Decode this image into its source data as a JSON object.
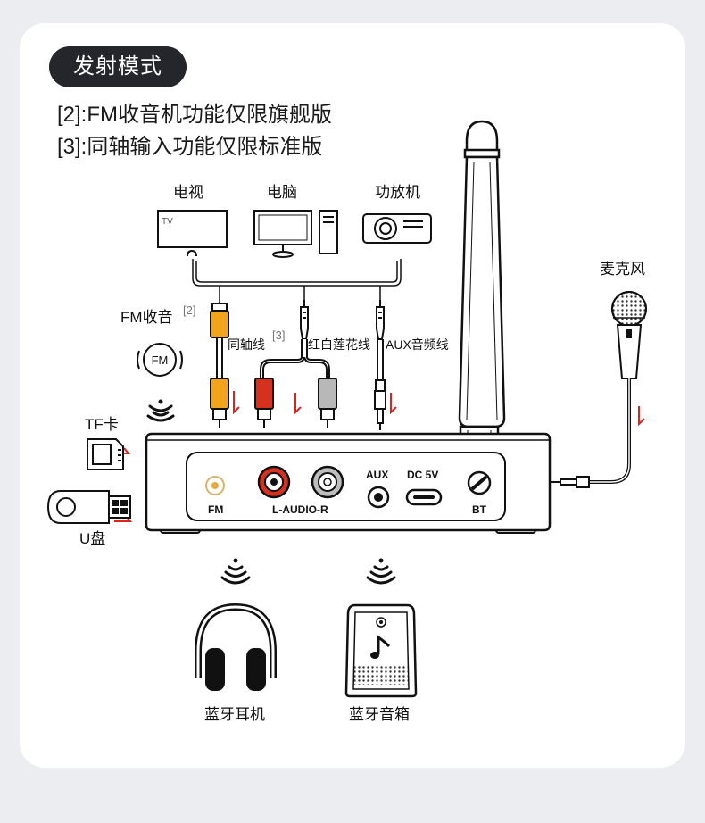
{
  "mode_title": "发射模式",
  "notes": [
    "[2]:FM收音机功能仅限旗舰版",
    "[3]:同轴输入功能仅限标准版"
  ],
  "sources": {
    "tv": "电视",
    "tv_screen_text": "TV",
    "computer": "电脑",
    "amplifier": "功放机"
  },
  "microphone": "麦克风",
  "fm_radio": {
    "label": "FM收音",
    "note": "[2]",
    "badge": "FM"
  },
  "cables": {
    "coaxial": "同轴线",
    "coaxial_note": "[3]",
    "rca": "红白莲花线",
    "aux": "AUX音频线"
  },
  "cards": {
    "tf": "TF卡",
    "usb": "U盘"
  },
  "ports": {
    "fm": "FM",
    "audio": "L-AUDIO-R",
    "aux": "AUX",
    "dc": "DC 5V",
    "bt": "BT"
  },
  "outputs": {
    "headphones": "蓝牙耳机",
    "speaker": "蓝牙音箱"
  },
  "colors": {
    "orange_plug": "#f2a41c",
    "red_plug": "#d6301e",
    "grey_plug": "#b8b8b8",
    "arrow": "#e0201a",
    "pill": "#24262b"
  }
}
